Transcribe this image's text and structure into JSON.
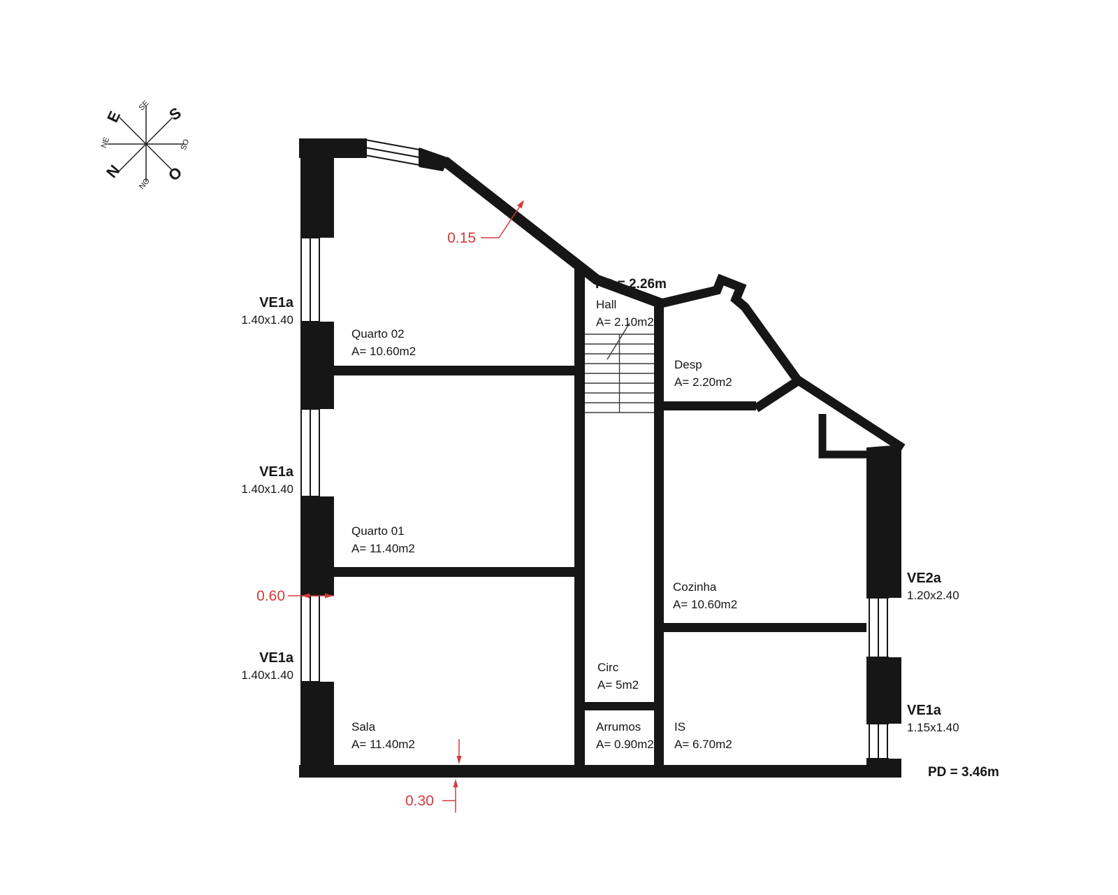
{
  "compass": {
    "big": [
      {
        "label": "S"
      },
      {
        "label": "E"
      },
      {
        "label": "N"
      },
      {
        "label": "O"
      }
    ],
    "small": [
      {
        "label": "SE"
      },
      {
        "label": "NE"
      },
      {
        "label": "SO"
      },
      {
        "label": "NO"
      }
    ]
  },
  "rooms": [
    {
      "name": "Quarto 02",
      "area": "A= 10.60m2"
    },
    {
      "name": "Quarto 01",
      "area": "A= 11.40m2"
    },
    {
      "name": "Sala",
      "area": "A= 11.40m2"
    },
    {
      "name": "Hall",
      "area": "A= 2.10m2"
    },
    {
      "name": "Desp",
      "area": "A= 2.20m2"
    },
    {
      "name": "Cozinha",
      "area": "A= 10.60m2"
    },
    {
      "name": "Circ",
      "area": "A= 5m2"
    },
    {
      "name": "Arrumos",
      "area": "A= 0.90m2"
    },
    {
      "name": "IS",
      "area": "A= 6.70m2"
    }
  ],
  "windows": [
    {
      "code": "VE1a",
      "size": "1.40x1.40"
    },
    {
      "code": "VE1a",
      "size": "1.40x1.40"
    },
    {
      "code": "VE1a",
      "size": "1.40x1.40"
    },
    {
      "code": "VE2a",
      "size": "1.20x2.40"
    },
    {
      "code": "VE1a",
      "size": "1.15x1.40"
    }
  ],
  "dimensions": {
    "diagonal_wall": "0.15",
    "left_wall": "0.60",
    "bottom_wall": "0.30"
  },
  "ceiling_heights": {
    "hall": "PD = 2.26m",
    "main": "PD = 3.46m"
  },
  "colors": {
    "wall": "#161616",
    "dimension_red": "#d43a3a",
    "background": "#ffffff"
  }
}
